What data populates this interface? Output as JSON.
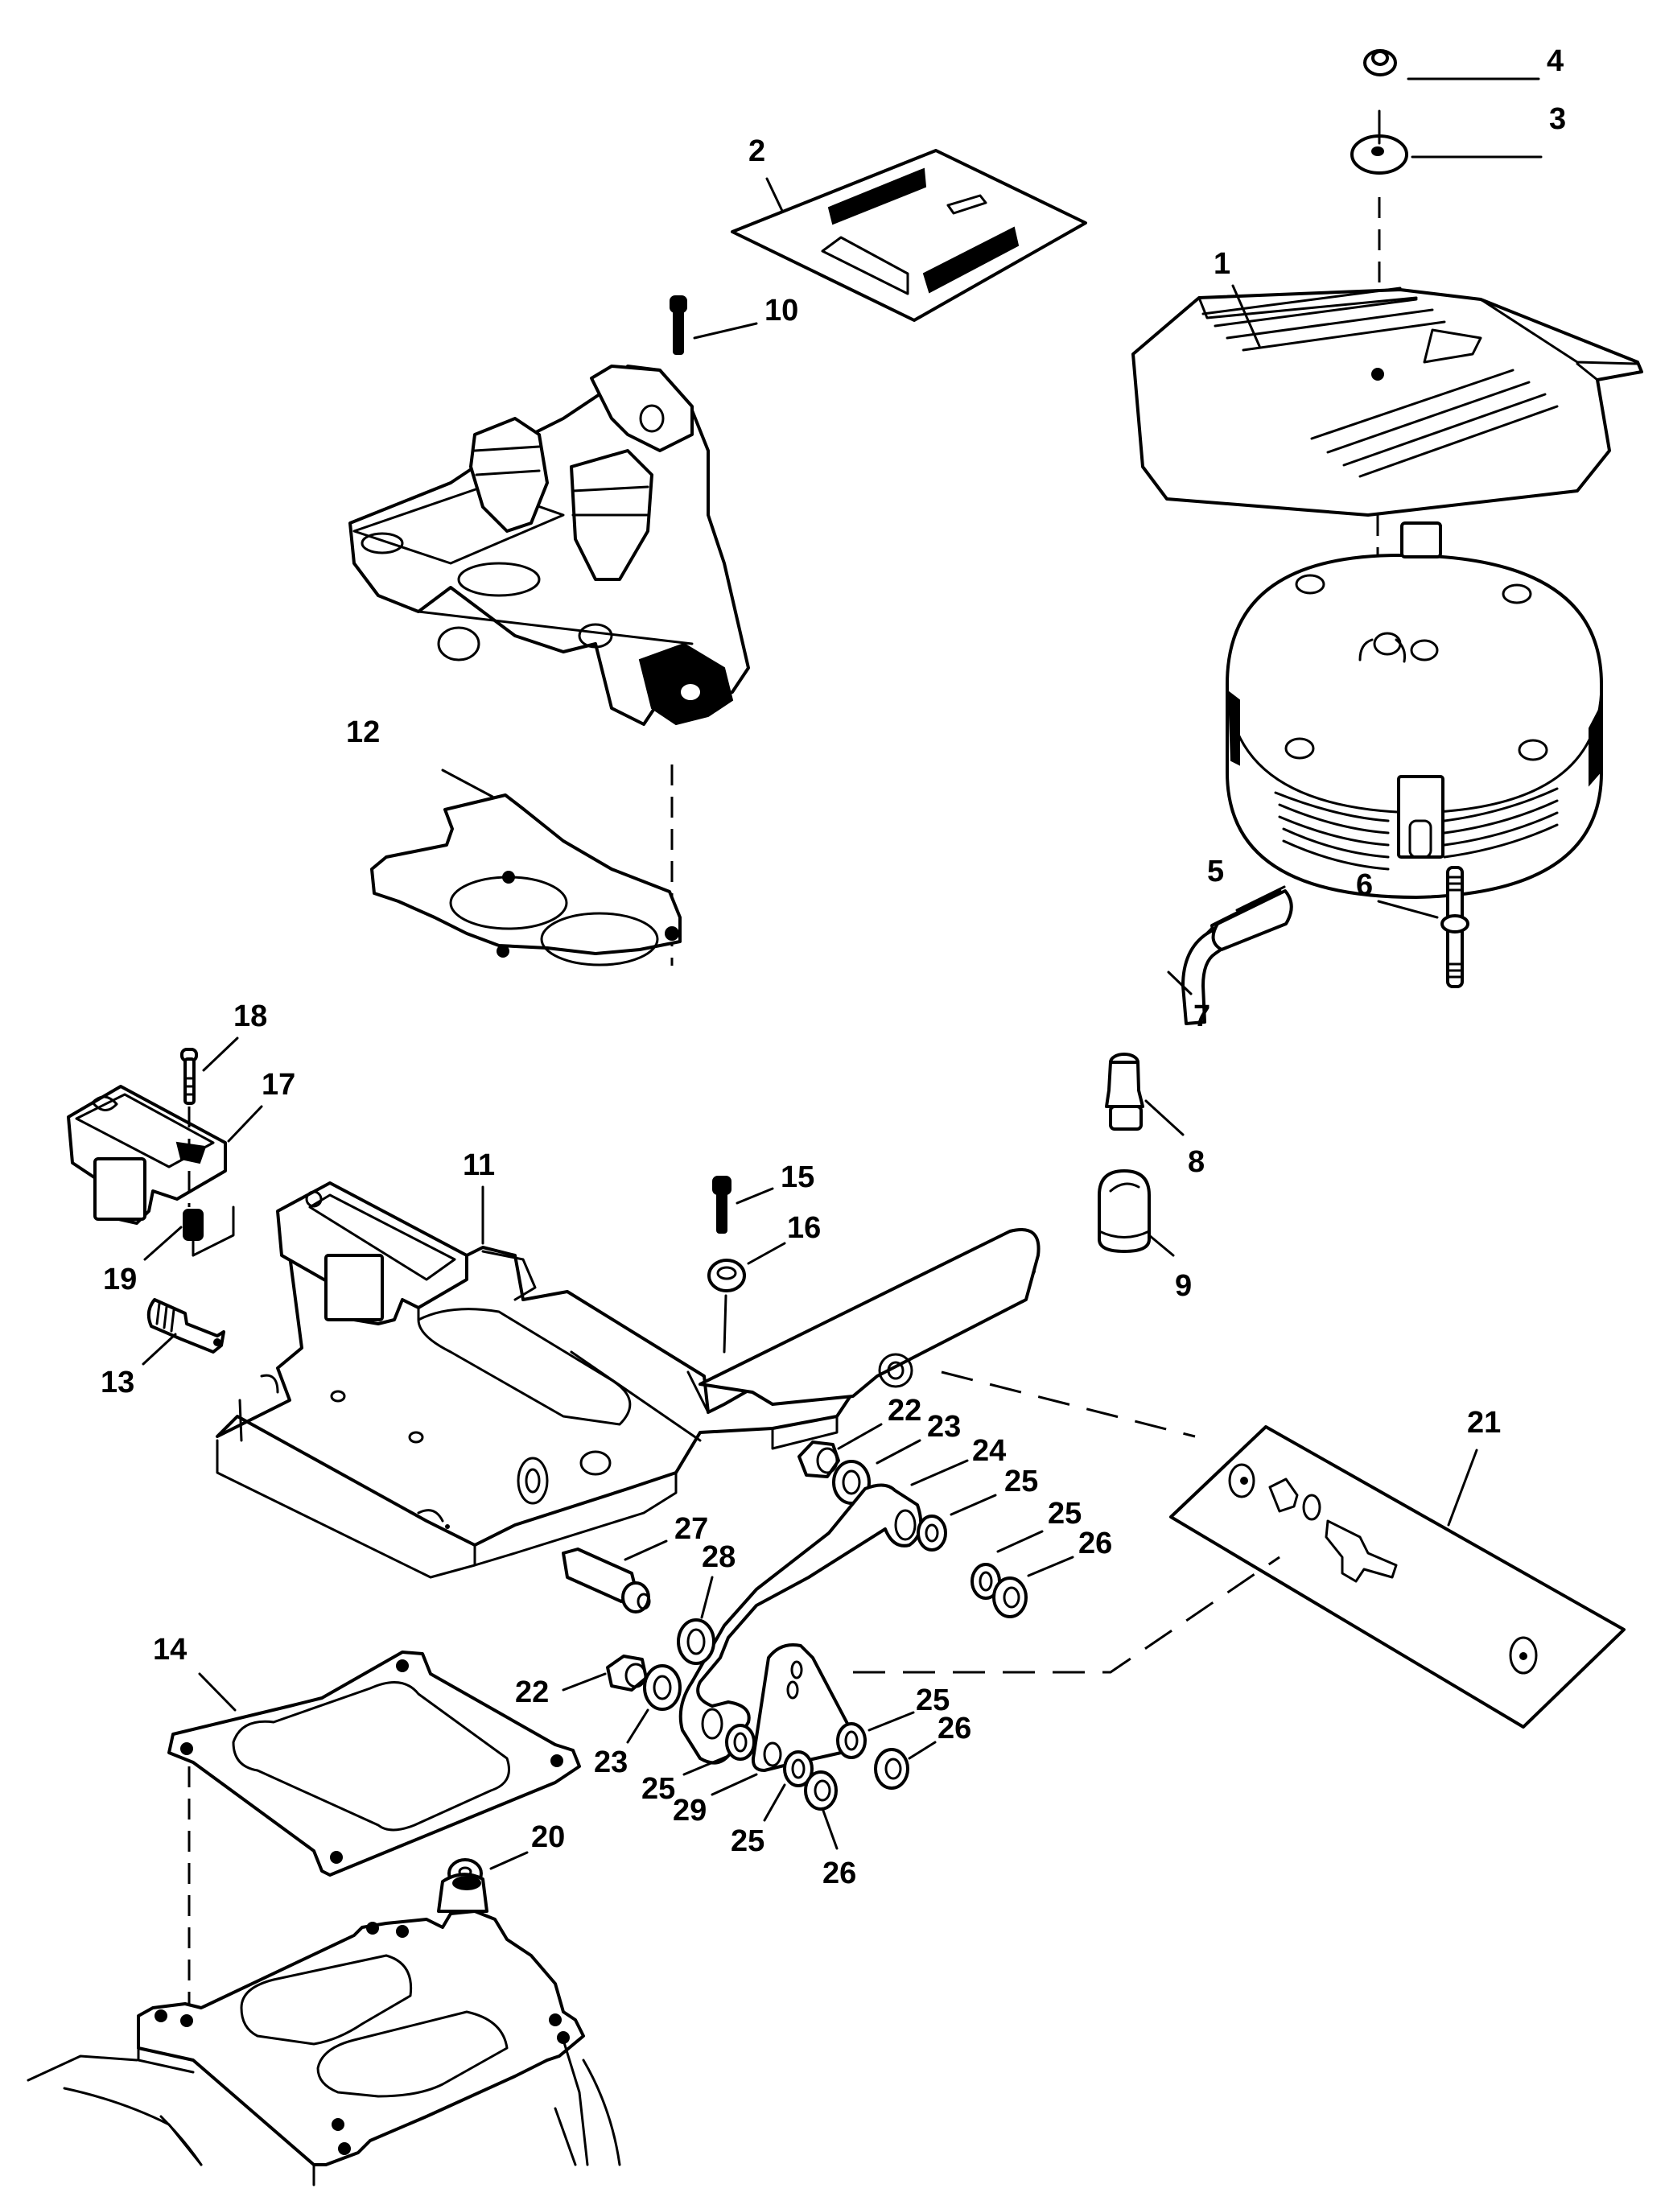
{
  "diagram": {
    "type": "exploded-parts-diagram",
    "colors": {
      "ink": "#000000",
      "paper": "#ffffff"
    },
    "callouts": {
      "c1": "1",
      "c2": "2",
      "c3": "3",
      "c4": "4",
      "c5": "5",
      "c6": "6",
      "c7": "7",
      "c8": "8",
      "c9": "9",
      "c10": "10",
      "c11": "11",
      "c12": "12",
      "c13": "13",
      "c14": "14",
      "c15": "15",
      "c16": "16",
      "c17": "17",
      "c18": "18",
      "c19": "19",
      "c20": "20",
      "c21": "21",
      "c22a": "22",
      "c23a": "23",
      "c24": "24",
      "c25a": "25",
      "c25b": "25",
      "c26a": "26",
      "c27": "27",
      "c28": "28",
      "c22b": "22",
      "c23b": "23",
      "c25c": "25",
      "c29": "29",
      "c25d": "25",
      "c26b": "26",
      "c25e": "25",
      "c26c": "26"
    },
    "parts": [
      {
        "ref": "1",
        "icon": "flame-arrestor-cover-icon"
      },
      {
        "ref": "2",
        "icon": "decal-icon"
      },
      {
        "ref": "3",
        "icon": "washer-icon"
      },
      {
        "ref": "4",
        "icon": "nut-icon"
      },
      {
        "ref": "5",
        "icon": "flame-arrestor-icon"
      },
      {
        "ref": "6",
        "icon": "stud-icon"
      },
      {
        "ref": "7",
        "icon": "hose-icon"
      },
      {
        "ref": "8",
        "icon": "fitting-icon"
      },
      {
        "ref": "9",
        "icon": "cap-icon"
      },
      {
        "ref": "10",
        "icon": "bolt-icon"
      },
      {
        "ref": "11",
        "icon": "adaptor-plate-icon"
      },
      {
        "ref": "12",
        "icon": "gasket-icon"
      },
      {
        "ref": "13",
        "icon": "fitting-icon"
      },
      {
        "ref": "14",
        "icon": "gasket-icon"
      },
      {
        "ref": "15",
        "icon": "bolt-icon"
      },
      {
        "ref": "16",
        "icon": "washer-icon"
      },
      {
        "ref": "17",
        "icon": "sensor-icon"
      },
      {
        "ref": "18",
        "icon": "screw-icon"
      },
      {
        "ref": "19",
        "icon": "spacer-icon"
      },
      {
        "ref": "20",
        "icon": "washer-icon"
      },
      {
        "ref": "21",
        "icon": "hardware-kit-icon"
      },
      {
        "ref": "22",
        "icon": "nut-icon"
      },
      {
        "ref": "23",
        "icon": "bushing-icon"
      },
      {
        "ref": "24",
        "icon": "lever-icon"
      },
      {
        "ref": "25",
        "icon": "washer-icon"
      },
      {
        "ref": "26",
        "icon": "nut-icon"
      },
      {
        "ref": "27",
        "icon": "stud-icon"
      },
      {
        "ref": "28",
        "icon": "washer-icon"
      },
      {
        "ref": "29",
        "icon": "bracket-icon"
      }
    ]
  }
}
